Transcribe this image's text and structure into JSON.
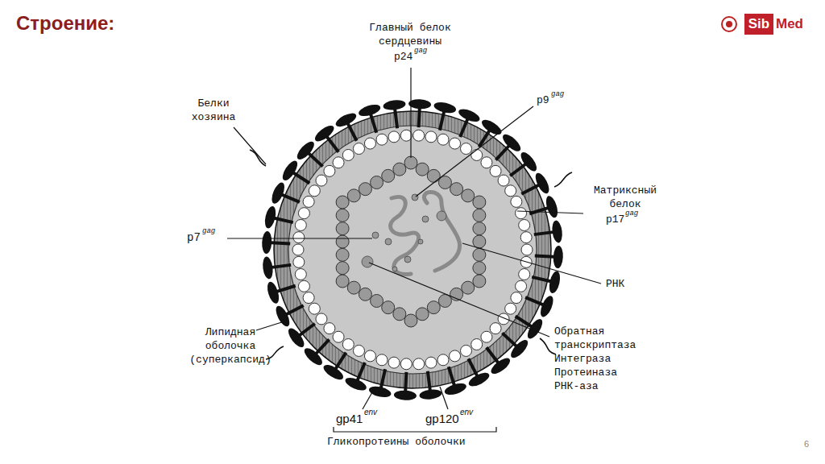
{
  "diagram": {
    "title": "Строение:",
    "labels": [
      "Главный белок сердцевины",
      "p24",
      "gag",
      "p9",
      "gag",
      "Белки хозяина",
      "Матриксный белок",
      "p17",
      "gag",
      "p7",
      "gag",
      "РНК",
      "Обратная транскриптаза",
      "Интеграза",
      "Протеиназа",
      "РНК-аза",
      "Липидная оболочка (суперкапсид)",
      "gp41",
      "env",
      "gp120",
      "env",
      "Гликопротеины оболочки",
      "Sib",
      "Med",
      "6"
    ]
  }
}
